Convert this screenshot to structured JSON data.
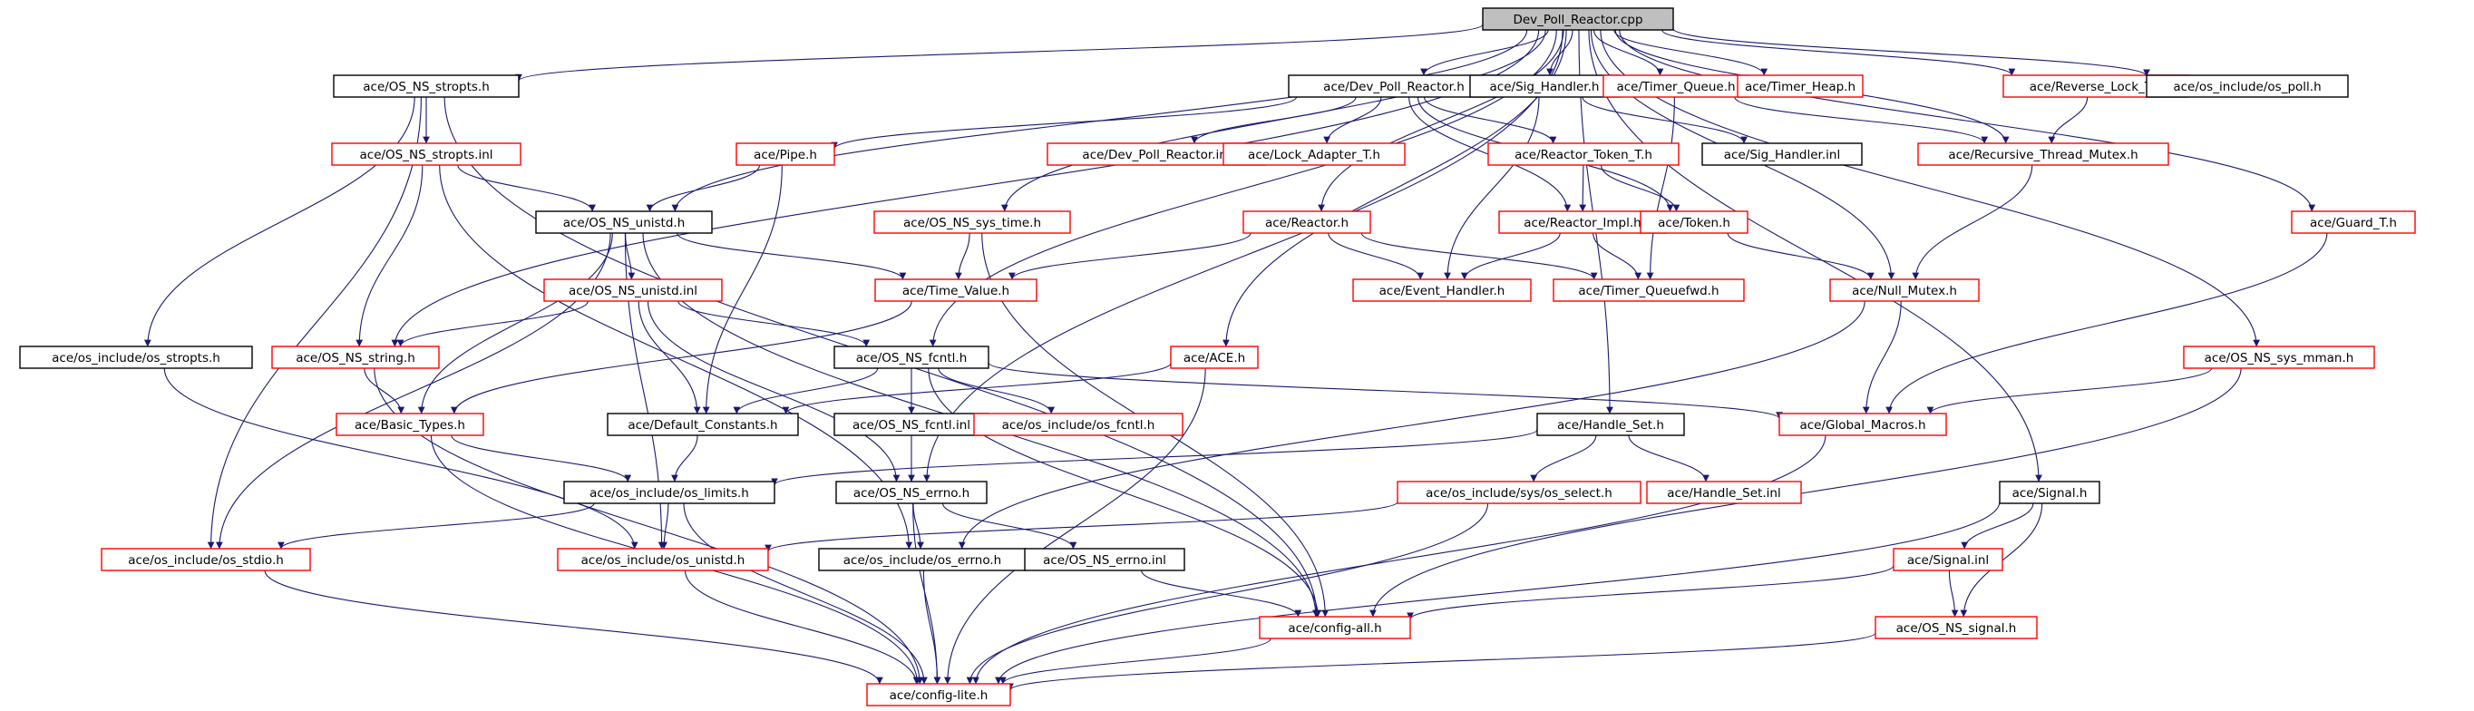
{
  "colors": {
    "edge": "#191970",
    "border_complete": "#000000",
    "border_incomplete": "#ff0000",
    "root_fill": "#bfbfbf"
  },
  "nodes": {
    "root": {
      "label": "Dev_Poll_Reactor.cpp",
      "style": "root"
    },
    "os_ns_stropts_h": {
      "label": "ace/OS_NS_stropts.h",
      "style": "complete"
    },
    "dev_poll_reactor_h": {
      "label": "ace/Dev_Poll_Reactor.h",
      "style": "complete"
    },
    "sig_handler_h": {
      "label": "ace/Sig_Handler.h",
      "style": "complete"
    },
    "timer_queue_h": {
      "label": "ace/Timer_Queue.h",
      "style": "incomplete"
    },
    "timer_heap_h": {
      "label": "ace/Timer_Heap.h",
      "style": "incomplete"
    },
    "reverse_lock_t_h": {
      "label": "ace/Reverse_Lock_T.h",
      "style": "incomplete"
    },
    "os_include_os_poll_h": {
      "label": "ace/os_include/os_poll.h",
      "style": "complete"
    },
    "os_ns_stropts_inl": {
      "label": "ace/OS_NS_stropts.inl",
      "style": "incomplete"
    },
    "pipe_h": {
      "label": "ace/Pipe.h",
      "style": "incomplete"
    },
    "dev_poll_reactor_inl": {
      "label": "ace/Dev_Poll_Reactor.inl",
      "style": "incomplete"
    },
    "lock_adapter_t_h": {
      "label": "ace/Lock_Adapter_T.h",
      "style": "incomplete"
    },
    "reactor_token_t_h": {
      "label": "ace/Reactor_Token_T.h",
      "style": "incomplete"
    },
    "sig_handler_inl": {
      "label": "ace/Sig_Handler.inl",
      "style": "complete"
    },
    "recursive_thread_mutex_h": {
      "label": "ace/Recursive_Thread_Mutex.h",
      "style": "incomplete"
    },
    "os_ns_unistd_h": {
      "label": "ace/OS_NS_unistd.h",
      "style": "complete"
    },
    "os_ns_sys_time_h": {
      "label": "ace/OS_NS_sys_time.h",
      "style": "incomplete"
    },
    "reactor_h": {
      "label": "ace/Reactor.h",
      "style": "incomplete"
    },
    "reactor_impl_h": {
      "label": "ace/Reactor_Impl.h",
      "style": "incomplete"
    },
    "token_h": {
      "label": "ace/Token.h",
      "style": "incomplete"
    },
    "guard_t_h": {
      "label": "ace/Guard_T.h",
      "style": "incomplete"
    },
    "os_ns_unistd_inl": {
      "label": "ace/OS_NS_unistd.inl",
      "style": "incomplete"
    },
    "time_value_h": {
      "label": "ace/Time_Value.h",
      "style": "incomplete"
    },
    "event_handler_h": {
      "label": "ace/Event_Handler.h",
      "style": "incomplete"
    },
    "timer_queuefwd_h": {
      "label": "ace/Timer_Queuefwd.h",
      "style": "incomplete"
    },
    "null_mutex_h": {
      "label": "ace/Null_Mutex.h",
      "style": "incomplete"
    },
    "os_include_os_stropts_h": {
      "label": "ace/os_include/os_stropts.h",
      "style": "complete"
    },
    "os_ns_string_h": {
      "label": "ace/OS_NS_string.h",
      "style": "incomplete"
    },
    "os_ns_fcntl_h": {
      "label": "ace/OS_NS_fcntl.h",
      "style": "complete"
    },
    "ace_h": {
      "label": "ace/ACE.h",
      "style": "incomplete"
    },
    "os_ns_sys_mman_h": {
      "label": "ace/OS_NS_sys_mman.h",
      "style": "incomplete"
    },
    "basic_types_h": {
      "label": "ace/Basic_Types.h",
      "style": "incomplete"
    },
    "default_constants_h": {
      "label": "ace/Default_Constants.h",
      "style": "complete"
    },
    "os_ns_fcntl_inl": {
      "label": "ace/OS_NS_fcntl.inl",
      "style": "complete"
    },
    "os_include_os_fcntl_h": {
      "label": "ace/os_include/os_fcntl.h",
      "style": "incomplete"
    },
    "handle_set_h": {
      "label": "ace/Handle_Set.h",
      "style": "complete"
    },
    "global_macros_h": {
      "label": "ace/Global_Macros.h",
      "style": "incomplete"
    },
    "os_include_os_limits_h": {
      "label": "ace/os_include/os_limits.h",
      "style": "complete"
    },
    "os_ns_errno_h": {
      "label": "ace/OS_NS_errno.h",
      "style": "complete"
    },
    "os_include_sys_os_select_h": {
      "label": "ace/os_include/sys/os_select.h",
      "style": "incomplete"
    },
    "handle_set_inl": {
      "label": "ace/Handle_Set.inl",
      "style": "incomplete"
    },
    "signal_h": {
      "label": "ace/Signal.h",
      "style": "complete"
    },
    "os_include_os_stdio_h": {
      "label": "ace/os_include/os_stdio.h",
      "style": "incomplete"
    },
    "os_include_os_unistd_h": {
      "label": "ace/os_include/os_unistd.h",
      "style": "incomplete"
    },
    "os_include_os_errno_h": {
      "label": "ace/os_include/os_errno.h",
      "style": "complete"
    },
    "os_ns_errno_inl": {
      "label": "ace/OS_NS_errno.inl",
      "style": "complete"
    },
    "signal_inl": {
      "label": "ace/Signal.inl",
      "style": "incomplete"
    },
    "config_all_h": {
      "label": "ace/config-all.h",
      "style": "incomplete"
    },
    "os_ns_signal_h": {
      "label": "ace/OS_NS_signal.h",
      "style": "incomplete"
    },
    "config_lite_h": {
      "label": "ace/config-lite.h",
      "style": "incomplete"
    }
  },
  "edges": [
    [
      "root",
      "os_ns_stropts_h"
    ],
    [
      "root",
      "dev_poll_reactor_h"
    ],
    [
      "root",
      "sig_handler_h"
    ],
    [
      "root",
      "timer_queue_h"
    ],
    [
      "root",
      "timer_heap_h"
    ],
    [
      "root",
      "reverse_lock_t_h"
    ],
    [
      "root",
      "os_include_os_poll_h"
    ],
    [
      "root",
      "os_ns_unistd_h"
    ],
    [
      "root",
      "os_ns_sys_time_h"
    ],
    [
      "root",
      "reactor_h"
    ],
    [
      "root",
      "recursive_thread_mutex_h"
    ],
    [
      "root",
      "guard_t_h"
    ],
    [
      "root",
      "null_mutex_h"
    ],
    [
      "root",
      "os_ns_string_h"
    ],
    [
      "root",
      "os_ns_fcntl_h"
    ],
    [
      "root",
      "ace_h"
    ],
    [
      "root",
      "os_ns_sys_mman_h"
    ],
    [
      "root",
      "handle_set_h"
    ],
    [
      "root",
      "os_ns_errno_h"
    ],
    [
      "root",
      "signal_h"
    ],
    [
      "os_ns_stropts_h",
      "os_ns_stropts_inl"
    ],
    [
      "os_ns_stropts_h",
      "os_include_os_stropts_h"
    ],
    [
      "os_ns_stropts_h",
      "os_include_os_stdio_h"
    ],
    [
      "os_ns_stropts_h",
      "config_all_h"
    ],
    [
      "os_ns_stropts_inl",
      "os_ns_unistd_h"
    ],
    [
      "os_ns_stropts_inl",
      "os_ns_string_h"
    ],
    [
      "os_ns_stropts_inl",
      "os_include_os_errno_h"
    ],
    [
      "dev_poll_reactor_h",
      "pipe_h"
    ],
    [
      "dev_poll_reactor_h",
      "dev_poll_reactor_inl"
    ],
    [
      "dev_poll_reactor_h",
      "lock_adapter_t_h"
    ],
    [
      "dev_poll_reactor_h",
      "reactor_token_t_h"
    ],
    [
      "dev_poll_reactor_h",
      "reactor_impl_h"
    ],
    [
      "dev_poll_reactor_h",
      "token_h"
    ],
    [
      "sig_handler_h",
      "sig_handler_inl"
    ],
    [
      "sig_handler_h",
      "event_handler_h"
    ],
    [
      "timer_queue_h",
      "recursive_thread_mutex_h"
    ],
    [
      "timer_queue_h",
      "timer_queuefwd_h"
    ],
    [
      "reverse_lock_t_h",
      "recursive_thread_mutex_h"
    ],
    [
      "recursive_thread_mutex_h",
      "null_mutex_h"
    ],
    [
      "pipe_h",
      "os_ns_unistd_h"
    ],
    [
      "pipe_h",
      "default_constants_h"
    ],
    [
      "reactor_token_t_h",
      "reactor_impl_h"
    ],
    [
      "reactor_token_t_h",
      "token_h"
    ],
    [
      "reactor_impl_h",
      "event_handler_h"
    ],
    [
      "reactor_impl_h",
      "timer_queuefwd_h"
    ],
    [
      "token_h",
      "null_mutex_h"
    ],
    [
      "reactor_h",
      "time_value_h"
    ],
    [
      "reactor_h",
      "event_handler_h"
    ],
    [
      "reactor_h",
      "timer_queuefwd_h"
    ],
    [
      "os_ns_sys_time_h",
      "time_value_h"
    ],
    [
      "os_ns_sys_time_h",
      "config_all_h"
    ],
    [
      "os_ns_unistd_h",
      "os_ns_unistd_inl"
    ],
    [
      "os_ns_unistd_h",
      "time_value_h"
    ],
    [
      "os_ns_unistd_h",
      "basic_types_h"
    ],
    [
      "os_ns_unistd_h",
      "os_include_os_stdio_h"
    ],
    [
      "os_ns_unistd_h",
      "os_include_os_unistd_h"
    ],
    [
      "os_ns_unistd_h",
      "config_all_h"
    ],
    [
      "os_ns_unistd_inl",
      "os_ns_string_h"
    ],
    [
      "os_ns_unistd_inl",
      "default_constants_h"
    ],
    [
      "os_ns_unistd_inl",
      "os_ns_fcntl_h"
    ],
    [
      "os_ns_unistd_inl",
      "os_ns_errno_h"
    ],
    [
      "time_value_h",
      "basic_types_h"
    ],
    [
      "os_ns_string_h",
      "basic_types_h"
    ],
    [
      "os_ns_string_h",
      "config_lite_h"
    ],
    [
      "os_ns_fcntl_h",
      "default_constants_h"
    ],
    [
      "os_ns_fcntl_h",
      "os_ns_fcntl_inl"
    ],
    [
      "os_ns_fcntl_h",
      "os_include_os_fcntl_h"
    ],
    [
      "os_ns_fcntl_h",
      "global_macros_h"
    ],
    [
      "os_ns_fcntl_h",
      "config_all_h"
    ],
    [
      "os_ns_fcntl_inl",
      "os_ns_errno_h"
    ],
    [
      "ace_h",
      "default_constants_h"
    ],
    [
      "ace_h",
      "config_lite_h"
    ],
    [
      "guard_t_h",
      "global_macros_h"
    ],
    [
      "null_mutex_h",
      "global_macros_h"
    ],
    [
      "null_mutex_h",
      "os_include_os_errno_h"
    ],
    [
      "os_ns_sys_mman_h",
      "global_macros_h"
    ],
    [
      "os_ns_sys_mman_h",
      "config_all_h"
    ],
    [
      "os_include_os_stropts_h",
      "os_include_os_unistd_h"
    ],
    [
      "basic_types_h",
      "os_include_os_limits_h"
    ],
    [
      "basic_types_h",
      "config_lite_h"
    ],
    [
      "default_constants_h",
      "os_include_os_limits_h"
    ],
    [
      "handle_set_h",
      "os_include_sys_os_select_h"
    ],
    [
      "handle_set_h",
      "handle_set_inl"
    ],
    [
      "handle_set_h",
      "os_include_os_limits_h"
    ],
    [
      "os_include_os_limits_h",
      "os_include_os_unistd_h"
    ],
    [
      "os_include_os_limits_h",
      "os_include_os_stdio_h"
    ],
    [
      "os_include_os_limits_h",
      "config_lite_h"
    ],
    [
      "os_ns_errno_h",
      "os_include_os_errno_h"
    ],
    [
      "os_ns_errno_h",
      "os_ns_errno_inl"
    ],
    [
      "os_ns_errno_h",
      "config_lite_h"
    ],
    [
      "os_include_sys_os_select_h",
      "os_include_os_unistd_h"
    ],
    [
      "os_include_sys_os_select_h",
      "config_lite_h"
    ],
    [
      "os_ns_errno_inl",
      "config_all_h"
    ],
    [
      "global_macros_h",
      "config_lite_h"
    ],
    [
      "signal_h",
      "signal_inl"
    ],
    [
      "signal_h",
      "os_ns_signal_h"
    ],
    [
      "signal_h",
      "config_lite_h"
    ],
    [
      "signal_inl",
      "os_ns_signal_h"
    ],
    [
      "signal_inl",
      "config_all_h"
    ],
    [
      "os_ns_signal_h",
      "config_lite_h"
    ],
    [
      "os_include_os_stdio_h",
      "config_lite_h"
    ],
    [
      "os_include_os_unistd_h",
      "config_lite_h"
    ],
    [
      "os_include_os_errno_h",
      "config_lite_h"
    ],
    [
      "config_all_h",
      "config_lite_h"
    ]
  ]
}
